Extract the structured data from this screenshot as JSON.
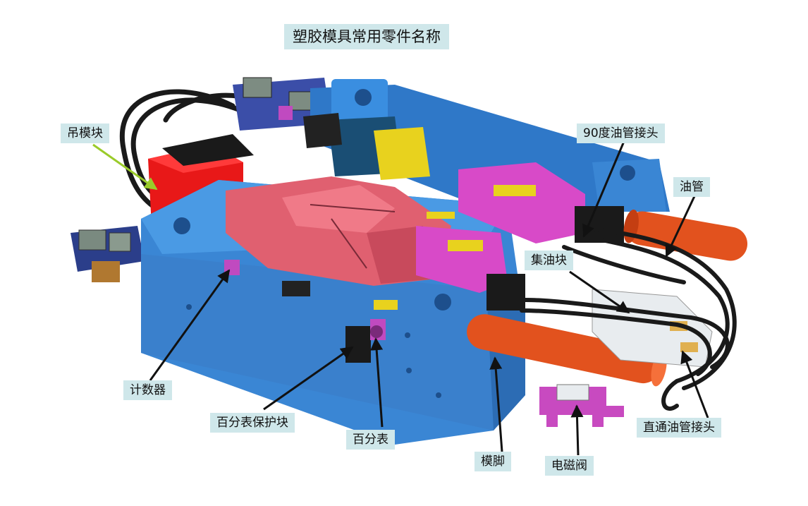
{
  "title": "塑胶模具常用零件名称",
  "labels": {
    "diao_mo_kuai": "吊模块",
    "you_guan_jie_tou_90": "90度油管接头",
    "you_guan": "油管",
    "ji_you_kuai": "集油块",
    "ji_shu_qi": "计数器",
    "bai_fen_biao_bao_hu_kuai": "百分表保护块",
    "bai_fen_biao": "百分表",
    "mo_jiao": "模脚",
    "dian_ci_fa": "电磁阀",
    "zhi_tong_you_guan_jie_tou": "直通油管接头"
  },
  "colors": {
    "mold_blue": "#3a86d4",
    "core_red": "#e06070",
    "insert_magenta": "#d84ac8",
    "oil_pipe_orange": "#e2521e",
    "block_red": "#e81818",
    "yellow": "#e8d21e",
    "label_bg": "#cfe7ea"
  }
}
